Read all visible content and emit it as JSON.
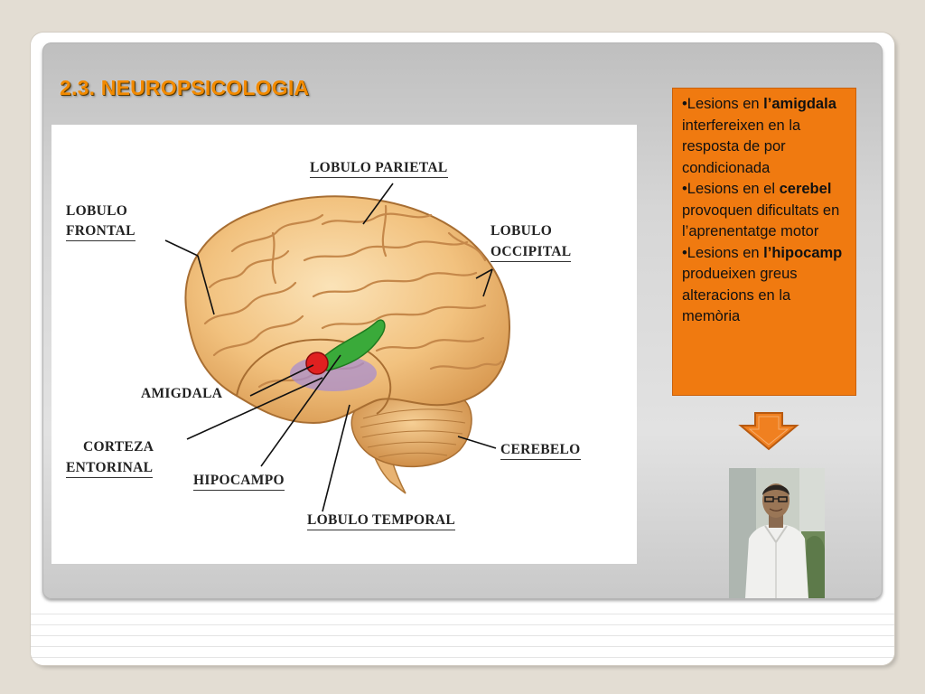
{
  "slide": {
    "title": "2.3. NEUROPSICOLOGIA"
  },
  "figure": {
    "labels": {
      "lobulo_parietal": "LOBULO PARIETAL",
      "lobulo_frontal_1": "LOBULO",
      "lobulo_frontal_2": "FRONTAL",
      "lobulo_occipital_1": "LOBULO",
      "lobulo_occipital_2": "OCCIPITAL",
      "amigdala": "AMIGDALA",
      "corteza_entorinal_1": "CORTEZA",
      "corteza_entorinal_2": "ENTORINAL",
      "hipocampo": "HIPOCAMPO",
      "cerebelo": "CEREBELO",
      "lobulo_temporal": "LOBULO TEMPORAL"
    }
  },
  "textbox": {
    "p1_prefix": "•Lesions en ",
    "p1_bold": "l’amigdala",
    "p1_rest": " interfereixen en la resposta de por condicionada",
    "p2_prefix": "•Lesions en el ",
    "p2_bold": "cerebel",
    "p2_rest": " provoquen dificultats en l’aprenentatge motor",
    "p3_prefix": "•Lesions en ",
    "p3_bold": "l’hipocamp",
    "p3_rest": " produeixen greus alteracions en la memòria"
  },
  "colors": {
    "title": "#f28a00",
    "textbox_bg": "#f07a10",
    "arrow": "#f08020"
  },
  "icons": {
    "arrow": "arrow-down-icon"
  }
}
